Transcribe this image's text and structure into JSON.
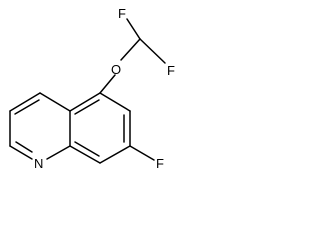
{
  "structure": {
    "atoms": {
      "f_top_left": "F",
      "f_top_right": "F",
      "oxygen": "O",
      "nitrogen": "N",
      "f_ring": "F"
    }
  },
  "colors": {
    "bond": "#000000",
    "label": "#000000",
    "background": "#ffffff"
  }
}
